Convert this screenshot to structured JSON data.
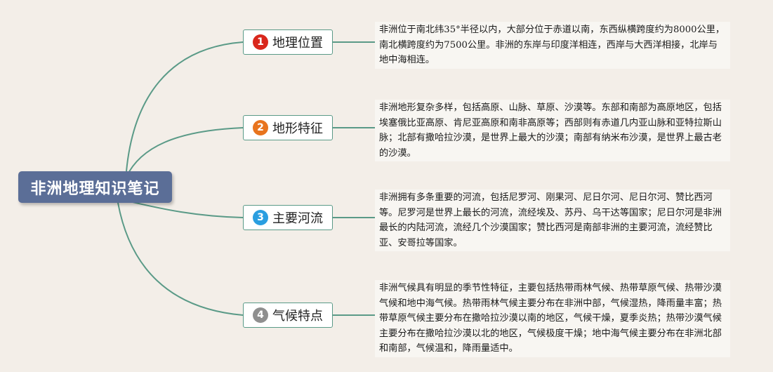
{
  "mindmap": {
    "root": {
      "label": "非洲地理知识笔记"
    },
    "branches": [
      {
        "number": "1",
        "label": "地理位置",
        "badge_color": "#d9271c",
        "note": "非洲位于南北纬35°半径以内，大部分位于赤道以南，东西纵横跨度约为8000公里，南北横跨度约为7500公里。非洲的东岸与印度洋相连，西岸与大西洋相接，北岸与地中海相连。"
      },
      {
        "number": "2",
        "label": "地形特征",
        "badge_color": "#e8741e",
        "note": "非洲地形复杂多样，包括高原、山脉、草原、沙漠等。东部和南部为高原地区，包括埃塞俄比亚高原、肯尼亚高原和南非高原等；西部则有赤道几内亚山脉和亚特拉斯山脉；北部有撒哈拉沙漠，是世界上最大的沙漠；南部有纳米布沙漠，是世界上最古老的沙漠。"
      },
      {
        "number": "3",
        "label": "主要河流",
        "badge_color": "#2a9ee0",
        "note": "非洲拥有多条重要的河流，包括尼罗河、刚果河、尼日尔河、尼日尔河、赞比西河等。尼罗河是世界上最长的河流，流经埃及、苏丹、乌干达等国家；尼日尔河是非洲最长的内陆河流，流经几个沙漠国家；赞比西河是南部非洲的主要河流，流经赞比亚、安哥拉等国家。"
      },
      {
        "number": "4",
        "label": "气候特点",
        "badge_color": "#8f8f8f",
        "note": "非洲气候具有明显的季节性特征，主要包括热带雨林气候、热带草原气候、热带沙漠气候和地中海气候。热带雨林气候主要分布在非洲中部，气候湿热，降雨量丰富；热带草原气候主要分布在撒哈拉沙漠以南的地区，气候干燥，夏季炎热；热带沙漠气候主要分布在撒哈拉沙漠以北的地区，气候极度干燥；地中海气候主要分布在非洲北部和南部，气候温和，降雨量适中。"
      }
    ],
    "line_color": "#5a9a87"
  }
}
